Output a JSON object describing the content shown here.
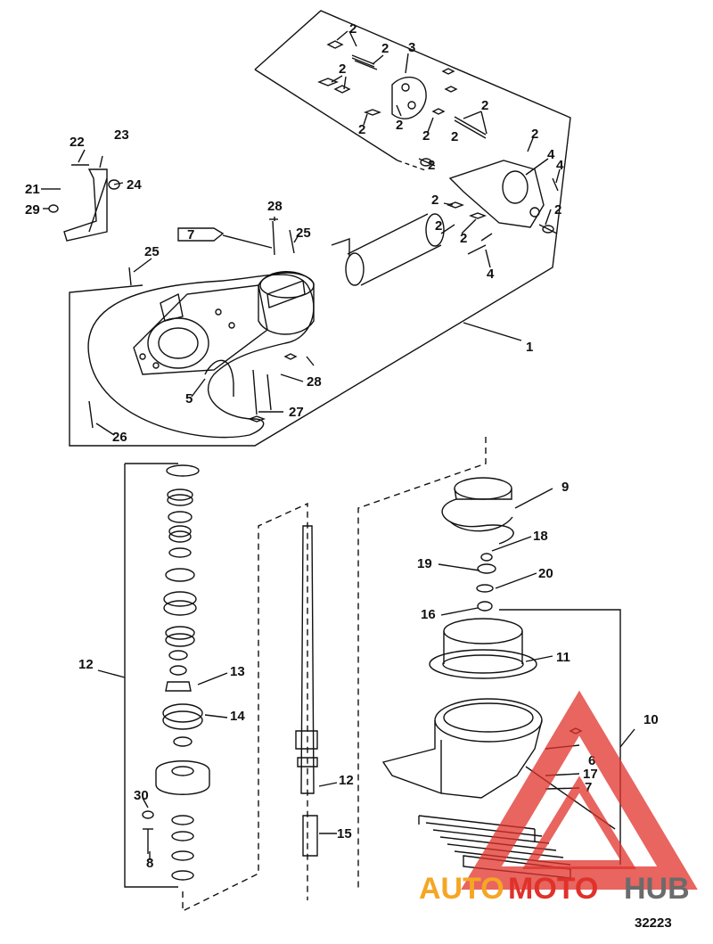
{
  "figure_number": "32223",
  "watermark": {
    "part1": "AUTO",
    "part2": "MOTO",
    "part3": "HUB",
    "colors": {
      "orange": "#f5a623",
      "red": "#e0312b",
      "grey": "#6b6b6b"
    }
  },
  "callouts": {
    "c1": "1",
    "c2": "2",
    "c3": "3",
    "c4": "4",
    "c5": "5",
    "c6": "6",
    "c7": "7",
    "c8": "8",
    "c9": "9",
    "c10": "10",
    "c11": "11",
    "c12": "12",
    "c13": "13",
    "c14": "14",
    "c15": "15",
    "c16": "16",
    "c17": "17",
    "c18": "18",
    "c19": "19",
    "c20": "20",
    "c21": "21",
    "c22": "22",
    "c23": "23",
    "c24": "24",
    "c25": "25",
    "c26": "26",
    "c27": "27",
    "c28": "28",
    "c29": "29",
    "c30": "30"
  },
  "tube_label": "7"
}
